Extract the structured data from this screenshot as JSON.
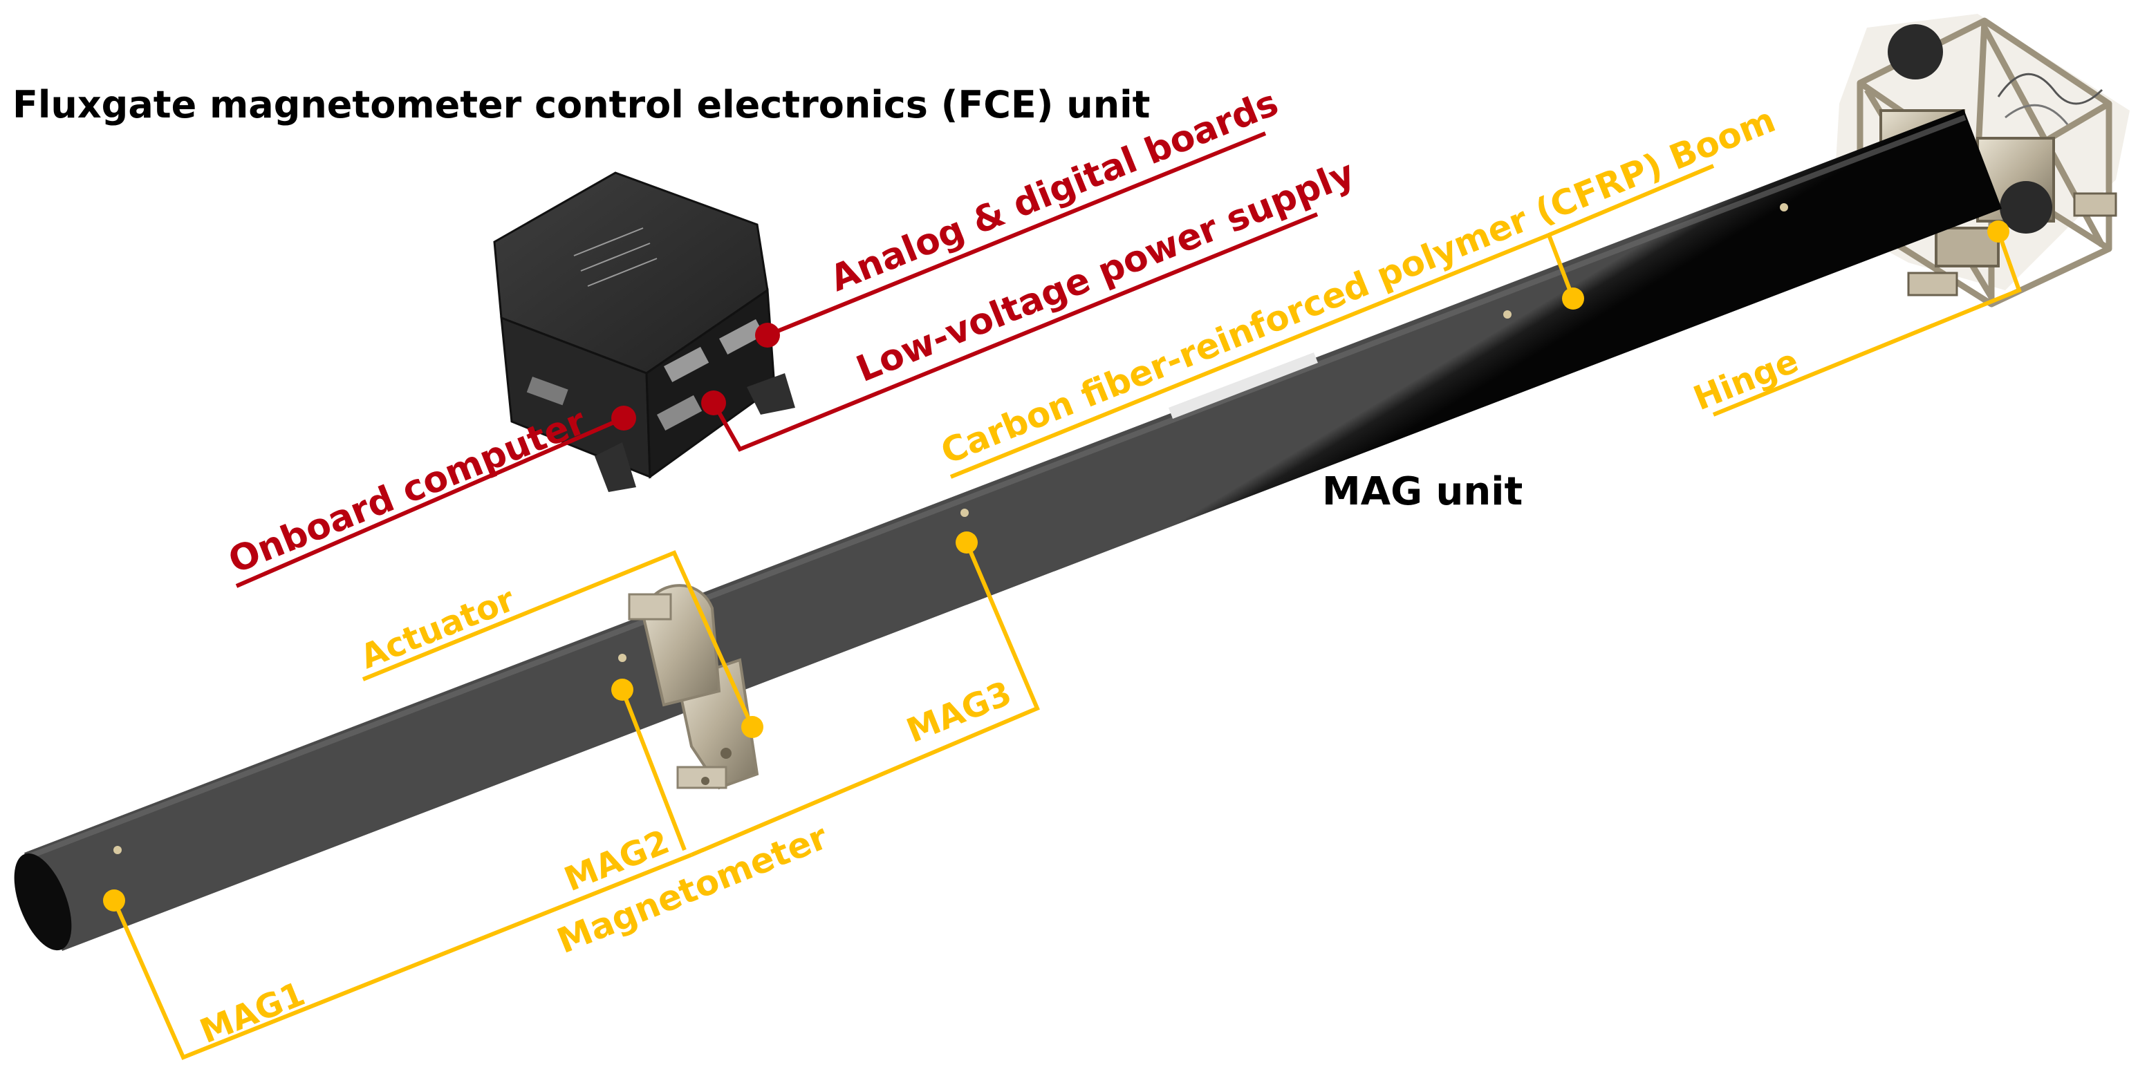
{
  "titles": {
    "fce_unit": "Fluxgate magnetometer control electronics (FCE) unit",
    "mag_unit": "MAG unit"
  },
  "labels": {
    "analog_digital": "Analog & digital boards",
    "power_supply": "Low-voltage power supply",
    "onboard_computer": "Onboard computer",
    "boom": "Carbon fiber-reinforced polymer (CFRP) Boom",
    "hinge": "Hinge",
    "actuator": "Actuator",
    "mag1": "MAG1",
    "mag2": "MAG2",
    "mag3": "MAG3",
    "magnetometer": "Magnetometer"
  },
  "colors": {
    "fce_label": "#b8000f",
    "mag_label": "#ffc000",
    "title": "#000000",
    "boom": "#141414"
  }
}
